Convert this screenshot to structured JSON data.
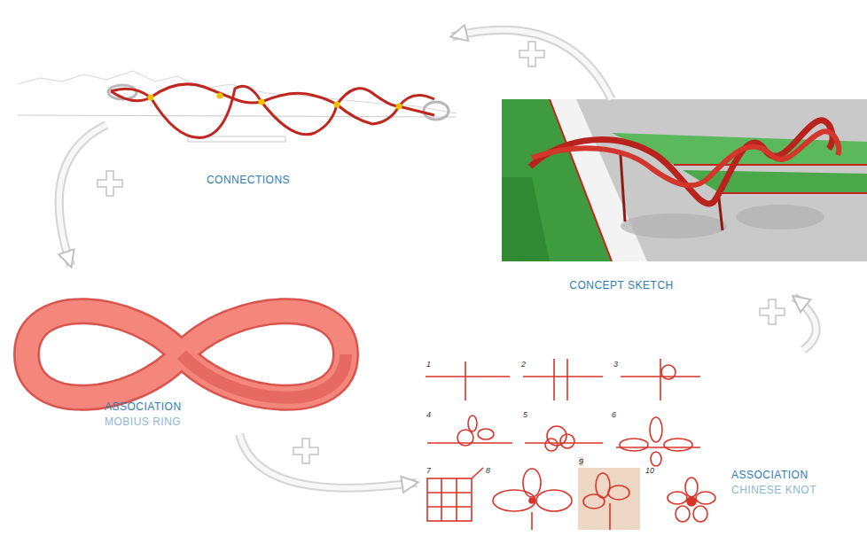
{
  "diagram": {
    "nodes": [
      {
        "text": [
          "CONNECTIONS"
        ]
      },
      {
        "text": [
          "CONCEPT SKETCH"
        ]
      },
      {
        "text": [
          "ASSOCIATION",
          "MOBIUS RING"
        ]
      },
      {
        "text": [
          "ASSOCIATION",
          "CHINESE KNOT"
        ]
      }
    ],
    "edges": [
      {
        "from": 1,
        "to": 0,
        "arrow": "to"
      },
      {
        "from": 0,
        "to": 2,
        "arrow": "to"
      },
      {
        "from": 2,
        "to": 3,
        "arrow": "to"
      },
      {
        "from": 3,
        "to": 1,
        "arrow": "to"
      }
    ],
    "labels": [
      "1",
      "2",
      "3",
      "4",
      "5",
      "6",
      "7",
      "8",
      "9",
      "10"
    ]
  }
}
